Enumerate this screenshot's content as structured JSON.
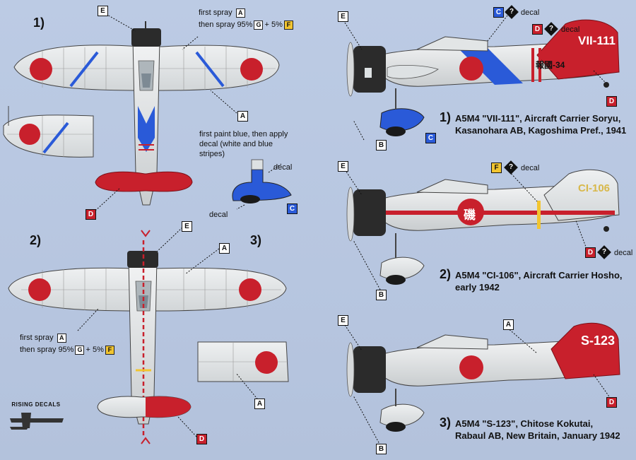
{
  "left": {
    "title_1": "1)",
    "title_2": "2)",
    "title_3": "3)",
    "note_first_spray": "first spray",
    "note_then_spray": "then spray",
    "note_then_spray_pct": "95%",
    "note_plus": "+",
    "note_pct2": "5%",
    "note_paint_blue": "first paint blue, then apply decal (white and blue stripes)",
    "note_decal_1": "decal",
    "note_decal_2": "decal"
  },
  "right": {
    "decal_label": "decal",
    "captions": [
      {
        "num": "1)",
        "line1": "A5M4 \"VII-111\", Aircraft Carrier Soryu,",
        "line2": "Kasanohara AB, Kagoshima Pref., 1941"
      },
      {
        "num": "2)",
        "line1": "A5M4 \"CI-106\", Aircraft Carrier Hosho,",
        "line2": "early 1942"
      },
      {
        "num": "3)",
        "line1": "A5M4 \"S-123\", Chitose Kokutai,",
        "line2": "Rabaul AB, New Britain, January 1942"
      }
    ],
    "fin_1": "VII-111",
    "fin_2": "CI-106",
    "fin_3": "S-123",
    "fuselage_1": "報國-34",
    "kanji_2": "磯"
  },
  "callouts": {
    "A": "A",
    "B": "B",
    "C": "C",
    "D": "D",
    "E": "E",
    "F": "F",
    "G": "G",
    "Q": "?"
  },
  "logo": "RISING DECALS",
  "colors": {
    "sky": "#b9c8e2",
    "aircraft_grey": "#dde1e3",
    "hinomaru": "#c8202c",
    "blue": "#2a5ad8",
    "yellow": "#f2c530",
    "cowling": "#2b2b2b"
  }
}
